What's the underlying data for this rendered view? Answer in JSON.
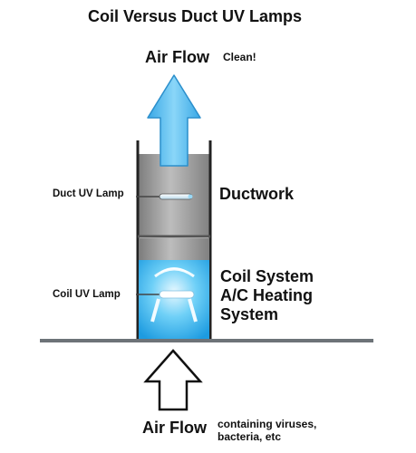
{
  "title": "Coil Versus Duct UV Lamps",
  "top_airflow": {
    "label": "Air Flow",
    "note": "Clean!"
  },
  "bottom_airflow": {
    "label": "Air Flow",
    "note_lines": [
      "containing viruses,",
      "bacteria, etc"
    ]
  },
  "duct": {
    "lamp_label": "Duct UV Lamp",
    "section_label": "Ductwork"
  },
  "coil": {
    "lamp_label": "Coil UV Lamp",
    "section_lines": [
      "Coil System",
      "A/C Heating",
      "System"
    ]
  },
  "colors": {
    "duct_gray": "#8f8f8f",
    "coil_blue": "#2aa8e8",
    "arrow_blue": "#4fb8ec",
    "floor": "#6d7378"
  }
}
